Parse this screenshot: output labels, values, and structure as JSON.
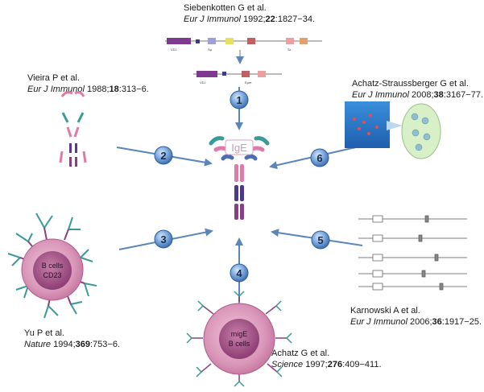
{
  "citations": {
    "siebenkotten": {
      "authors": "Siebenkotten G et al.",
      "journal": "Eur J Immunol",
      "year": "1992;",
      "vol": "22",
      "pages": ":1827−34."
    },
    "vieira": {
      "authors": "Vieira P et al.",
      "journal": "Eur J Immunol",
      "year": "1988;",
      "vol": "18",
      "pages": ":313−6."
    },
    "achatz_s": {
      "authors": "Achatz-Straussberger G et al.",
      "journal": "Eur J Immunol",
      "year": "2008;",
      "vol": "38",
      "pages": ":3167−77."
    },
    "yu": {
      "authors": "Yu P et al.",
      "journal": "Nature",
      "year": "1994;",
      "vol": "369",
      "pages": ":753−6."
    },
    "karnowski": {
      "authors": "Karnowski A et al.",
      "journal": "Eur J Immunol",
      "year": "2006;",
      "vol": "36",
      "pages": ":1917−25."
    },
    "achatz": {
      "authors": "Achatz G et al.",
      "journal": "Science",
      "year": "1997;",
      "vol": "276",
      "pages": ":409−411."
    }
  },
  "center": {
    "label": "IgE"
  },
  "steps": [
    "1",
    "2",
    "3",
    "4",
    "5",
    "6"
  ],
  "cells": {
    "bcell": {
      "line1": "B cells",
      "line2": "CD23"
    },
    "migE": {
      "line1": "migE",
      "line2": "B cells"
    }
  },
  "colors": {
    "arrow": "#5a86b8",
    "badge": "#4a7fc4",
    "cell": "#c5779e",
    "cell_inner": "#a05487",
    "antibody": "#8a3f85",
    "teal": "#3a9a9a"
  }
}
